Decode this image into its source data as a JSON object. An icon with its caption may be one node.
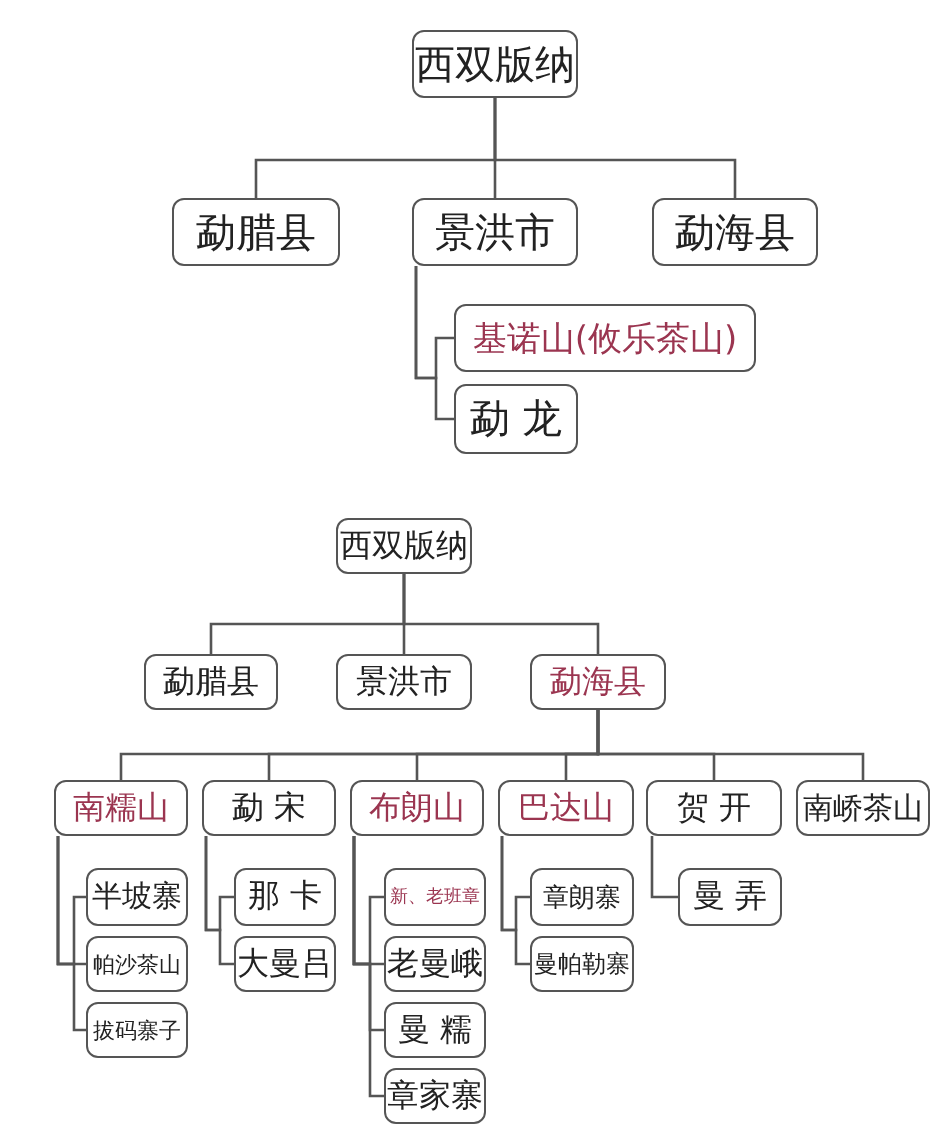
{
  "diagram": {
    "nodes": [
      {
        "text": [
          "西双版纳"
        ]
      },
      {
        "text": [
          "勐腊县"
        ]
      },
      {
        "text": [
          "景洪市"
        ]
      },
      {
        "text": [
          "勐海县"
        ]
      },
      {
        "text": [
          "基诺山(攸乐茶山)"
        ]
      },
      {
        "text": [
          "勐 龙"
        ]
      },
      {
        "text": [
          "西双版纳"
        ]
      },
      {
        "text": [
          "勐腊县"
        ]
      },
      {
        "text": [
          "景洪市"
        ]
      },
      {
        "text": [
          "勐海县"
        ]
      },
      {
        "text": [
          "南糯山"
        ]
      },
      {
        "text": [
          "勐 宋"
        ]
      },
      {
        "text": [
          "布朗山"
        ]
      },
      {
        "text": [
          "巴达山"
        ]
      },
      {
        "text": [
          "贺 开"
        ]
      },
      {
        "text": [
          "南峤茶山"
        ]
      },
      {
        "text": [
          "半坡寨"
        ]
      },
      {
        "text": [
          "帕沙茶山"
        ]
      },
      {
        "text": [
          "拔码寨子"
        ]
      },
      {
        "text": [
          "那 卡"
        ]
      },
      {
        "text": [
          "大曼吕"
        ]
      },
      {
        "text": [
          "新、老班章"
        ]
      },
      {
        "text": [
          "老曼峨"
        ]
      },
      {
        "text": [
          "曼 糯"
        ]
      },
      {
        "text": [
          "章家寨"
        ]
      },
      {
        "text": [
          "章朗寨"
        ]
      },
      {
        "text": [
          "曼帕勒寨"
        ]
      },
      {
        "text": [
          "曼 弄"
        ]
      }
    ],
    "edges": [
      {
        "from": 0,
        "to": 1,
        "arrow": "none"
      },
      {
        "from": 0,
        "to": 2,
        "arrow": "none"
      },
      {
        "from": 0,
        "to": 3,
        "arrow": "none"
      },
      {
        "from": 2,
        "to": 4,
        "arrow": "none"
      },
      {
        "from": 2,
        "to": 5,
        "arrow": "none"
      },
      {
        "from": 6,
        "to": 7,
        "arrow": "none"
      },
      {
        "from": 6,
        "to": 8,
        "arrow": "none"
      },
      {
        "from": 6,
        "to": 9,
        "arrow": "none"
      },
      {
        "from": 9,
        "to": 10,
        "arrow": "none"
      },
      {
        "from": 9,
        "to": 11,
        "arrow": "none"
      },
      {
        "from": 9,
        "to": 12,
        "arrow": "none"
      },
      {
        "from": 9,
        "to": 13,
        "arrow": "none"
      },
      {
        "from": 9,
        "to": 14,
        "arrow": "none"
      },
      {
        "from": 9,
        "to": 15,
        "arrow": "none"
      },
      {
        "from": 10,
        "to": 16,
        "arrow": "none"
      },
      {
        "from": 10,
        "to": 17,
        "arrow": "none"
      },
      {
        "from": 10,
        "to": 18,
        "arrow": "none"
      },
      {
        "from": 11,
        "to": 19,
        "arrow": "none"
      },
      {
        "from": 11,
        "to": 20,
        "arrow": "none"
      },
      {
        "from": 12,
        "to": 21,
        "arrow": "none"
      },
      {
        "from": 12,
        "to": 22,
        "arrow": "none"
      },
      {
        "from": 12,
        "to": 23,
        "arrow": "none"
      },
      {
        "from": 12,
        "to": 24,
        "arrow": "none"
      },
      {
        "from": 13,
        "to": 25,
        "arrow": "none"
      },
      {
        "from": 13,
        "to": 26,
        "arrow": "none"
      },
      {
        "from": 14,
        "to": 27,
        "arrow": "none"
      }
    ]
  }
}
